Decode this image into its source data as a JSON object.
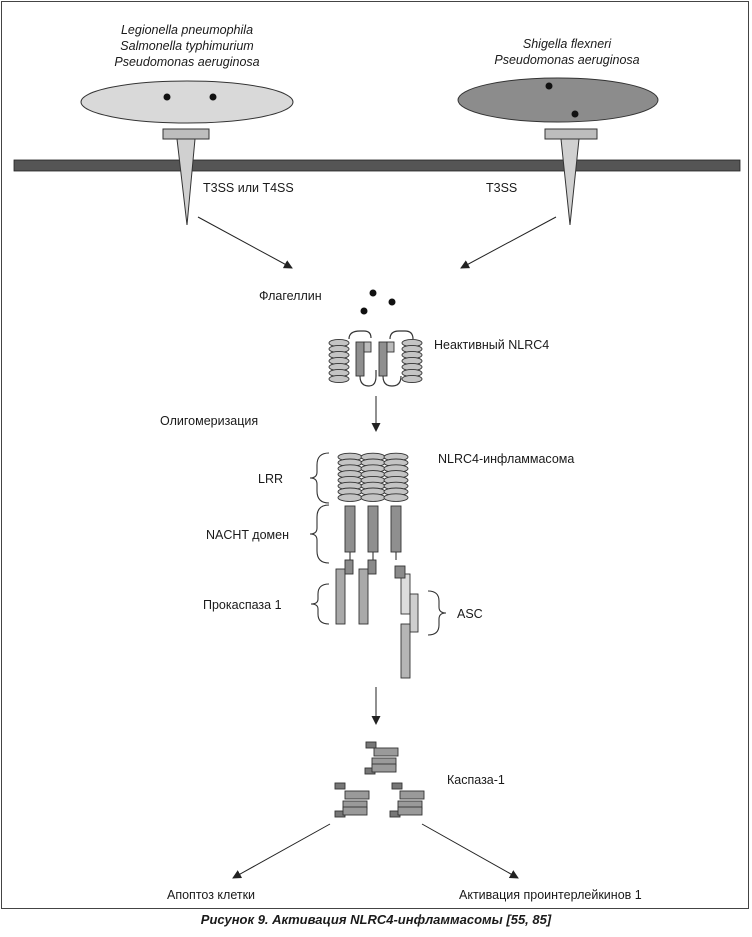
{
  "bacteria_left": [
    "Legionella pneumophila",
    "Salmonella typhimurium",
    "Pseudomonas aeruginosa"
  ],
  "bacteria_right": [
    "Shigella flexneri",
    "Pseudomonas aeruginosa"
  ],
  "secretion_left": "T3SS или T4SS",
  "secretion_right": "T3SS",
  "flagellin": "Флагеллин",
  "inactive_nlrc4": "Неактивный NLRC4",
  "oligomerization": "Олигомеризация",
  "inflammasome": "NLRC4-инфламмасома",
  "lrr": "LRR",
  "nacht": "NACHT домен",
  "procaspase": "Прокаспаза 1",
  "asc": "ASC",
  "caspase": "Каспаза-1",
  "apoptosis": "Апоптоз клетки",
  "interleukins": "Активация проинтерлейкинов 1",
  "caption": "Рисунок 9. Активация NLRC4-инфламмасомы [55, 85]",
  "colors": {
    "membrane": "#555555",
    "bacterium_left": "#d9d9d9",
    "bacterium_right": "#8c8c8c",
    "domain": "#8f8f8f",
    "lrr_coil": "#c4c4c4"
  }
}
